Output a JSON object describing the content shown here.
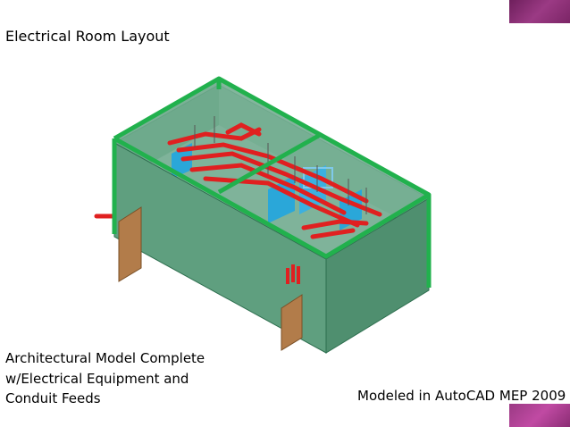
{
  "slide": {
    "title": "Electrical Room Layout",
    "caption_lines": [
      "Architectural Model Complete",
      "w/Electrical Equipment and",
      "Conduit Feeds"
    ],
    "credit": "Modeled in AutoCAD MEP 2009"
  },
  "colors": {
    "accent": "#8b2d74",
    "wall": "#5f9f7f",
    "wall_edge": "#21b14d",
    "conduit": "#e02020",
    "equipment": "#2aa7d9",
    "door": "#b27c4a"
  }
}
